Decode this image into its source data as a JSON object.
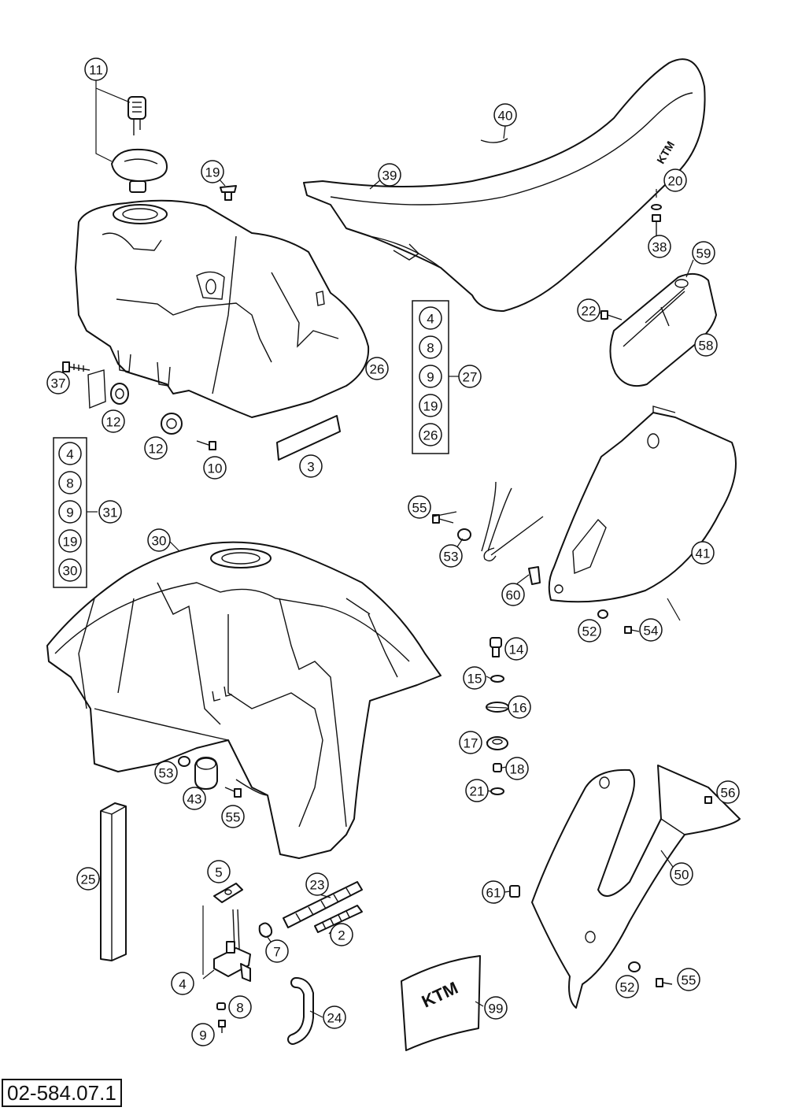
{
  "diagram_ref": "02-584.07.1",
  "callouts": [
    "11",
    "19",
    "40",
    "39",
    "20",
    "38",
    "59",
    "22",
    "58",
    "26",
    "37",
    "12",
    "12",
    "10",
    "3",
    "27",
    "55",
    "53",
    "41",
    "60",
    "52",
    "54",
    "31",
    "30",
    "14",
    "15",
    "16",
    "17",
    "18",
    "21",
    "53",
    "43",
    "55",
    "56",
    "25",
    "50",
    "61",
    "5",
    "23",
    "2",
    "7",
    "4",
    "8",
    "9",
    "24",
    "99",
    "52",
    "55"
  ],
  "groups": [
    {
      "members": [
        "4",
        "8",
        "9",
        "19",
        "26"
      ],
      "label": "27"
    },
    {
      "members": [
        "4",
        "8",
        "9",
        "19",
        "30"
      ],
      "label": "31"
    }
  ],
  "logo_text": "KTM",
  "colors": {
    "line": "#111111",
    "background": "#ffffff"
  }
}
